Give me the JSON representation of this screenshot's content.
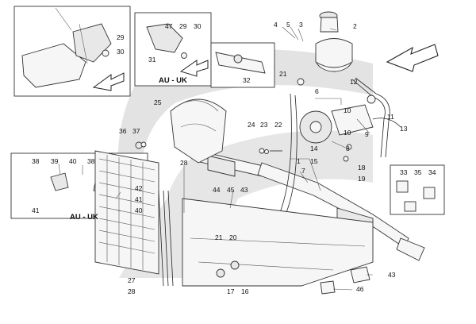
{
  "diagram": {
    "region_label": "AU - UK",
    "callouts": {
      "c1": "1",
      "c2": "2",
      "c3": "3",
      "c4": "4",
      "c5": "5",
      "c6": "6",
      "c7": "7",
      "c8": "8",
      "c9": "9",
      "c10a": "10",
      "c10b": "10",
      "c11": "11",
      "c12": "12",
      "c13": "13",
      "c14": "14",
      "c15": "15",
      "c16": "16",
      "c17": "17",
      "c18": "18",
      "c19": "19",
      "c20": "20",
      "c21a": "21",
      "c21b": "21",
      "c22": "22",
      "c23": "23",
      "c24": "24",
      "c25": "25",
      "c27": "27",
      "c28a": "28",
      "c28b": "28",
      "c29a": "29",
      "c29b": "29",
      "c30a": "30",
      "c30b": "30",
      "c31": "31",
      "c32": "32",
      "c33": "33",
      "c34": "34",
      "c35": "35",
      "c36": "36",
      "c37": "37",
      "c38a": "38",
      "c38b": "38",
      "c39": "39",
      "c40a": "40",
      "c40b": "40",
      "c41a": "41",
      "c41b": "41",
      "c42": "42",
      "c43a": "43",
      "c43b": "43",
      "c44": "44",
      "c45": "45",
      "c46": "46",
      "c47": "47"
    },
    "colors": {
      "watermark": "#d9d9d9",
      "line": "#222222"
    }
  }
}
